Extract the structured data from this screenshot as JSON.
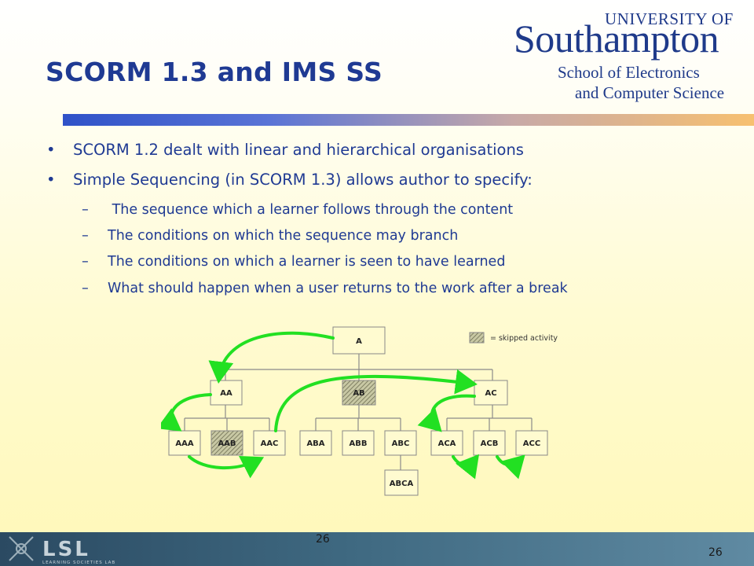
{
  "slide": {
    "title": "SCORM 1.3 and IMS SS",
    "logo": {
      "university": "UNIVERSITY OF",
      "name": "Southampton",
      "school_line1": "School of Electronics",
      "school_line2": "and Computer Science"
    },
    "bullets": [
      "SCORM 1.2 dealt with linear and hierarchical organisations",
      "Simple Sequencing (in SCORM 1.3) allows author to specify:"
    ],
    "bullet_marker": "•",
    "subbullet_marker": "–",
    "subbullets": [
      " The sequence which a learner follows through the content",
      "The conditions on which the sequence may branch",
      "The conditions on which a learner is seen to have learned",
      "What should happen when a user returns to the work after a break"
    ],
    "diagram": {
      "legend": "= skipped activity",
      "nodes": {
        "A": "A",
        "AA": "AA",
        "AB": "AB",
        "AC": "AC",
        "AAA": "AAA",
        "AAB": "AAB",
        "AAC": "AAC",
        "ABA": "ABA",
        "ABB": "ABB",
        "ABC": "ABC",
        "ACA": "ACA",
        "ACB": "ACB",
        "ACC": "ACC",
        "ABCA": "ABCA"
      },
      "skipped": [
        "AB",
        "AAB"
      ],
      "colors": {
        "node_fill": "#fffbd0",
        "skipped_fill": "#9a9a78",
        "arrow": "#22e022",
        "line": "#777777"
      }
    },
    "footer": {
      "logo_text": "LSL",
      "logo_subtitle": "LEARNING SOCIETIES LAB",
      "page_number_center": "26",
      "page_number_right": "26"
    }
  }
}
